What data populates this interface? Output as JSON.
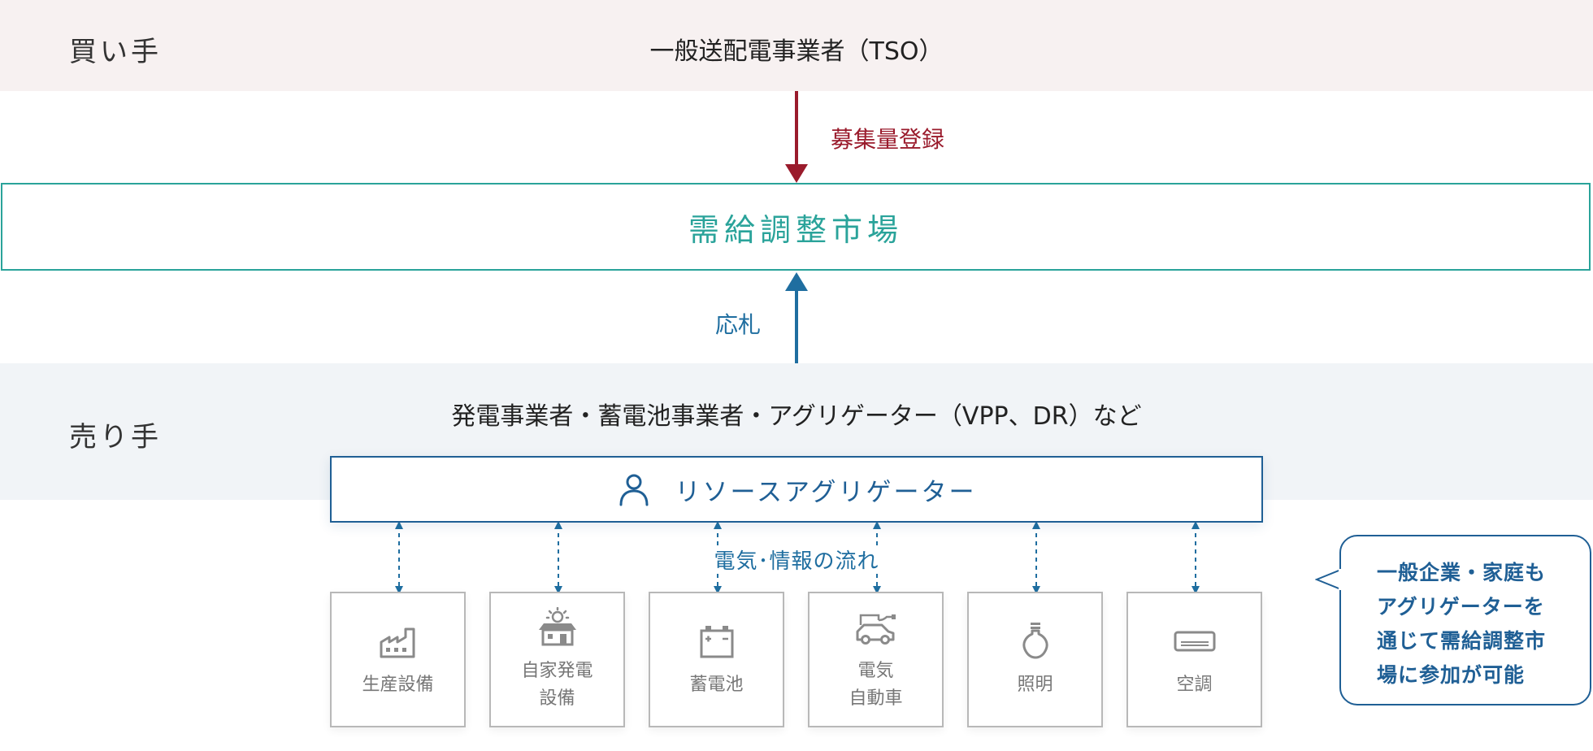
{
  "buyer": {
    "label": "買い手",
    "name": "一般送配電事業者（TSO）"
  },
  "arrows": {
    "register_label": "募集量登録",
    "bid_label": "応札"
  },
  "market": {
    "title": "需給調整市場"
  },
  "seller": {
    "label": "売り手",
    "name": "発電事業者・蓄電池事業者・アグリゲーター（VPP、DR）など"
  },
  "aggregator": {
    "title": "リソースアグリゲーター",
    "icon": "person-icon"
  },
  "flow_label": "電気･情報の流れ",
  "devices": [
    {
      "label": "生産設備",
      "icon": "factory-icon"
    },
    {
      "label": "自家発電\n設備",
      "icon": "solar-house-icon"
    },
    {
      "label": "蓄電池",
      "icon": "battery-icon"
    },
    {
      "label": "電気\n自動車",
      "icon": "electric-car-icon"
    },
    {
      "label": "照明",
      "icon": "light-bulb-icon"
    },
    {
      "label": "空調",
      "icon": "air-conditioner-icon"
    }
  ],
  "callout": {
    "text": "一般企業・家庭も\nアグリゲーターを\n通じて需給調整市\n場に参加が可能"
  },
  "colors": {
    "buyer_band": "#f7f1f1",
    "seller_band": "#f1f4f7",
    "market_accent": "#2aa39a",
    "register_arrow": "#9a1b2c",
    "bid_arrow": "#1f6ea0",
    "aggregator_accent": "#1f5f95",
    "device_icon": "#8a8a8a"
  }
}
